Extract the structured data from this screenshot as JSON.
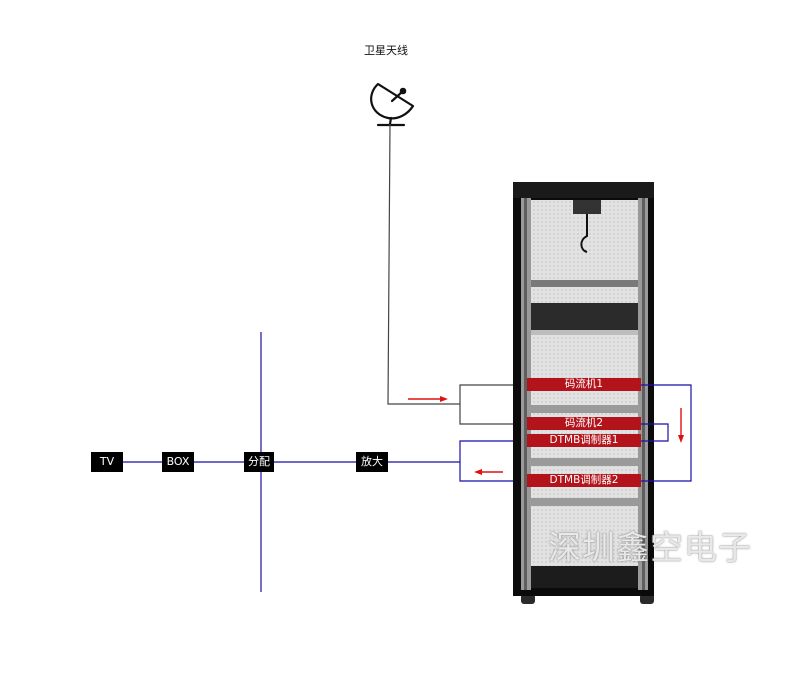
{
  "antenna": {
    "label": "卫星天线",
    "icon": "satellite-dish-icon"
  },
  "chain": {
    "tv": "TV",
    "box": "BOX",
    "splitter": "分配",
    "amplifier": "放大"
  },
  "rack": {
    "units": {
      "streamer1": "码流机1",
      "streamer2": "码流机2",
      "modulator1": "DTMB调制器1",
      "modulator2": "DTMB调制器2"
    },
    "watermark": "深圳鑫空电子"
  },
  "colors": {
    "signal_line": "#1a0fa8",
    "feed_line": "#444444",
    "arrow": "#e01010",
    "unit_red": "#b3141b",
    "box_fill": "#000000"
  }
}
